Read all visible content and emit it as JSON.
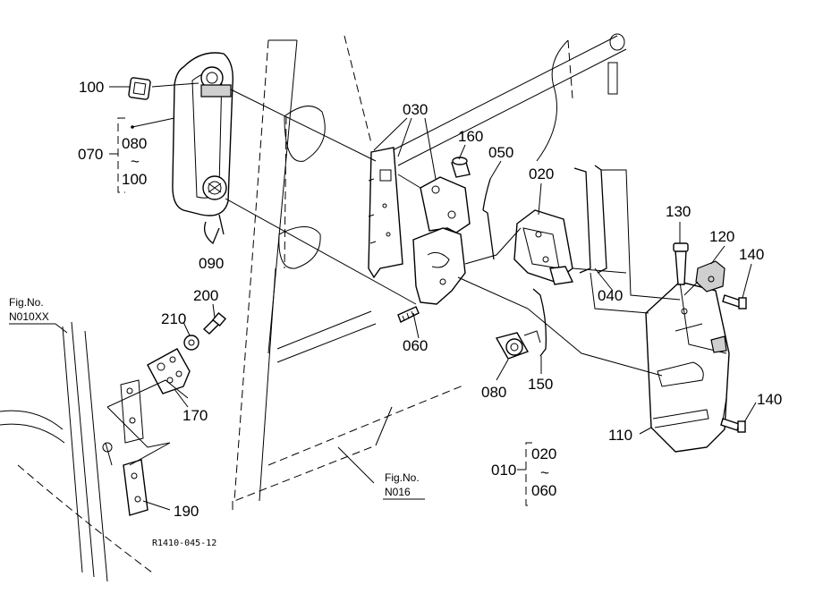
{
  "callouts": {
    "p100": "100",
    "p070": "070",
    "p080a": "080",
    "tilde_a": "~",
    "p100b": "100",
    "p090": "090",
    "p030": "030",
    "p160": "160",
    "p050": "050",
    "p020": "020",
    "p130": "130",
    "p120": "120",
    "p140a": "140",
    "p040": "040",
    "p200": "200",
    "p210": "210",
    "p060": "060",
    "p080b": "080",
    "p150": "150",
    "p170": "170",
    "p140b": "140",
    "p110": "110",
    "p010": "010",
    "p020b": "020",
    "tilde_b": "~",
    "p060b": "060",
    "p190": "190"
  },
  "references": {
    "fig_left_label": "Fig.No.",
    "fig_left_number": "N010XX",
    "fig_center_label": "Fig.No.",
    "fig_center_number": "N016"
  },
  "drawing_code": "R1410-045-12"
}
